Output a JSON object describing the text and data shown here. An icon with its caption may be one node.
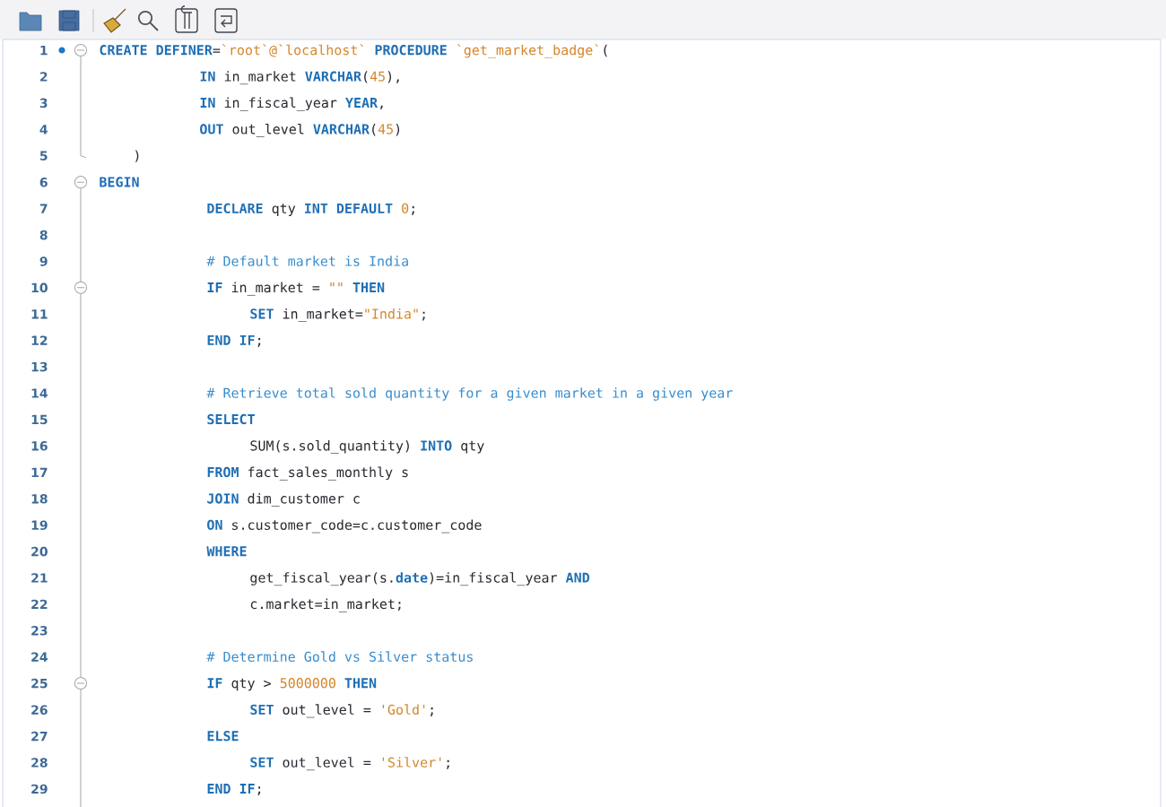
{
  "diagram": {
    "labels": [
      "1",
      "**CREATE DEFINER**=*`root`@`localhost`* **PROCEDURE** *`get_market_badge`*(",
      "2",
      "**IN** in_market **VARCHAR**(*45*),",
      "3",
      "**IN** in_fiscal_year **YEAR**,",
      "4",
      "**OUT** out_level **VARCHAR**(*45*)",
      "5",
      ")",
      "6",
      "BEGIN",
      "7",
      "**DECLARE** qty **INT DEFAULT** *0*;",
      "8",
      "9",
      "# Default market is India",
      "10",
      "**IF** in_market = *\"\"* **THEN**",
      "11",
      "**SET** in_market=*\"India\"*;",
      "12",
      "**END IF**;",
      "13",
      "14",
      "# Retrieve total sold quantity for a given market in a given year",
      "15",
      "SELECT",
      "16",
      "SUM(s.sold_quantity) **INTO** qty",
      "17",
      "**FROM** fact_sales_monthly s",
      "18",
      "**JOIN** dim_customer c",
      "19",
      "**ON** s.customer_code=c.customer_code",
      "20",
      "WHERE",
      "21",
      "get_fiscal_year(s.**date**)=in_fiscal_year **AND**",
      "22",
      "c.market=in_market;",
      "23",
      "24",
      "# Determine Gold vs Silver status",
      "25",
      "**IF** qty > *5000000* **THEN**",
      "26",
      "**SET** out_level = *'Gold'*;",
      "27",
      "ELSE",
      "28",
      "**SET** out_level = *'Silver'*;",
      "29",
      "**END IF**;"
    ]
  }
}
